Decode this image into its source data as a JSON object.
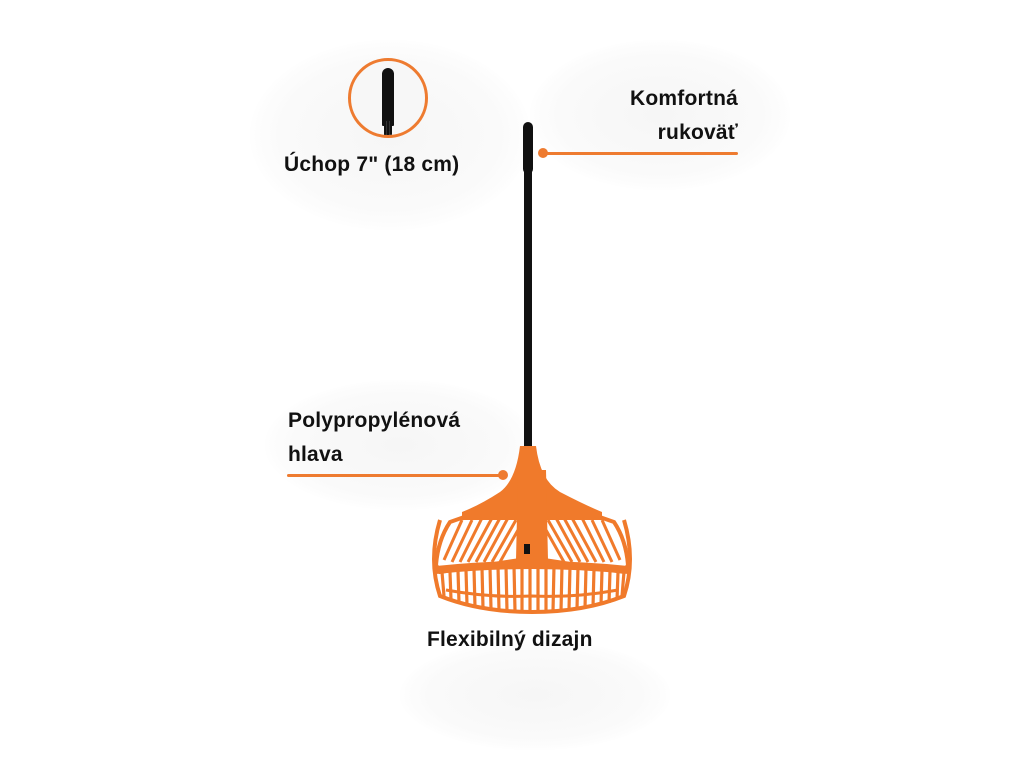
{
  "product": {
    "name": "Rake (orange polypropylene head, black handle)",
    "colors": {
      "accent": "#ee7b30",
      "rake_head": "#f07a2b",
      "handle": "#111111",
      "text": "#111111",
      "background": "#ffffff"
    }
  },
  "callouts": {
    "grip": {
      "label": "Úchop 7\" (18 cm)",
      "icon": "grip-closeup-icon"
    },
    "handle": {
      "line1": "Komfortná",
      "line2": "rukoväť"
    },
    "head": {
      "line1": "Polypropylénová",
      "line2": "hlava"
    },
    "design": {
      "label": "Flexibilný dizajn"
    }
  }
}
